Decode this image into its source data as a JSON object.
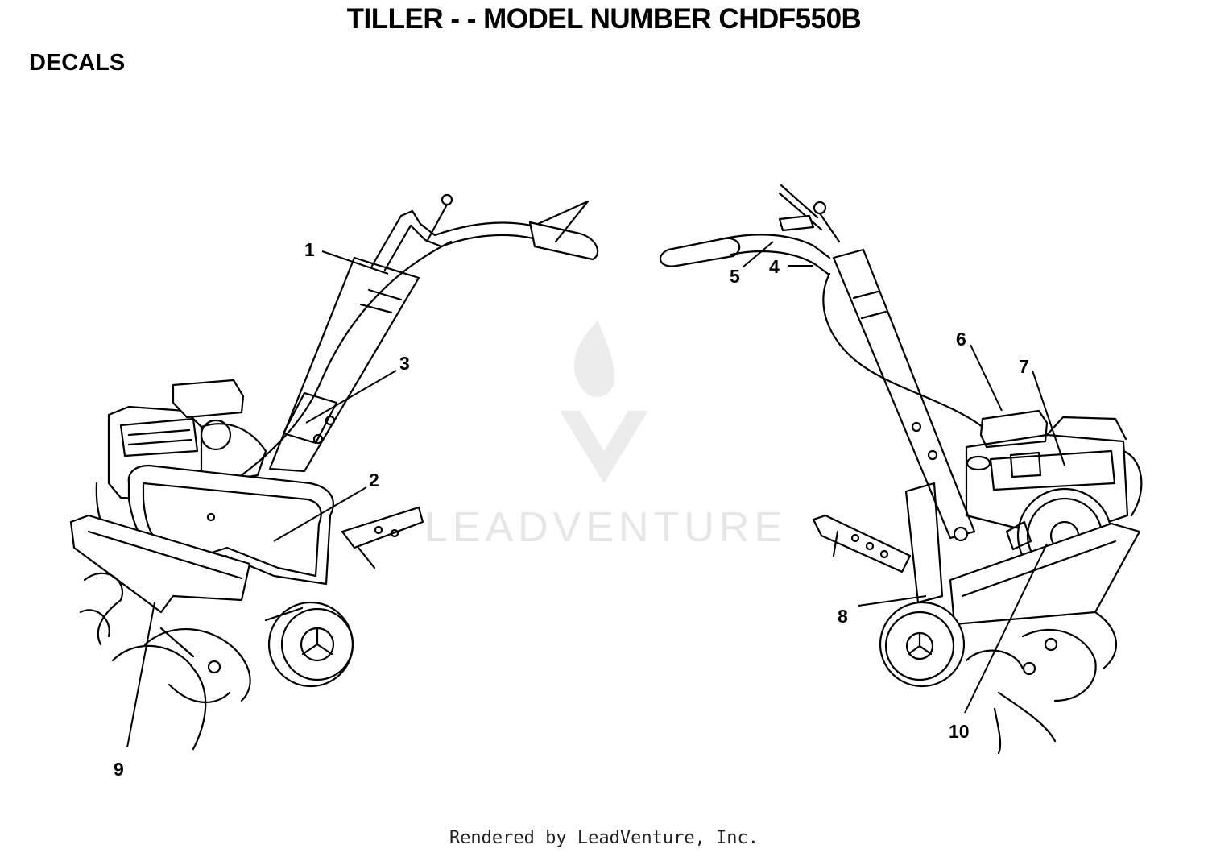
{
  "header": {
    "title": "TILLER - - MODEL NUMBER CHDF550B"
  },
  "section": {
    "label": "DECALS"
  },
  "callouts": [
    "1",
    "2",
    "3",
    "4",
    "5",
    "6",
    "7",
    "8",
    "9",
    "10"
  ],
  "watermark": {
    "text": "LEADVENTURE",
    "icon": "flame-v-logo-icon"
  },
  "footer": {
    "text": "Rendered by LeadVenture, Inc."
  }
}
